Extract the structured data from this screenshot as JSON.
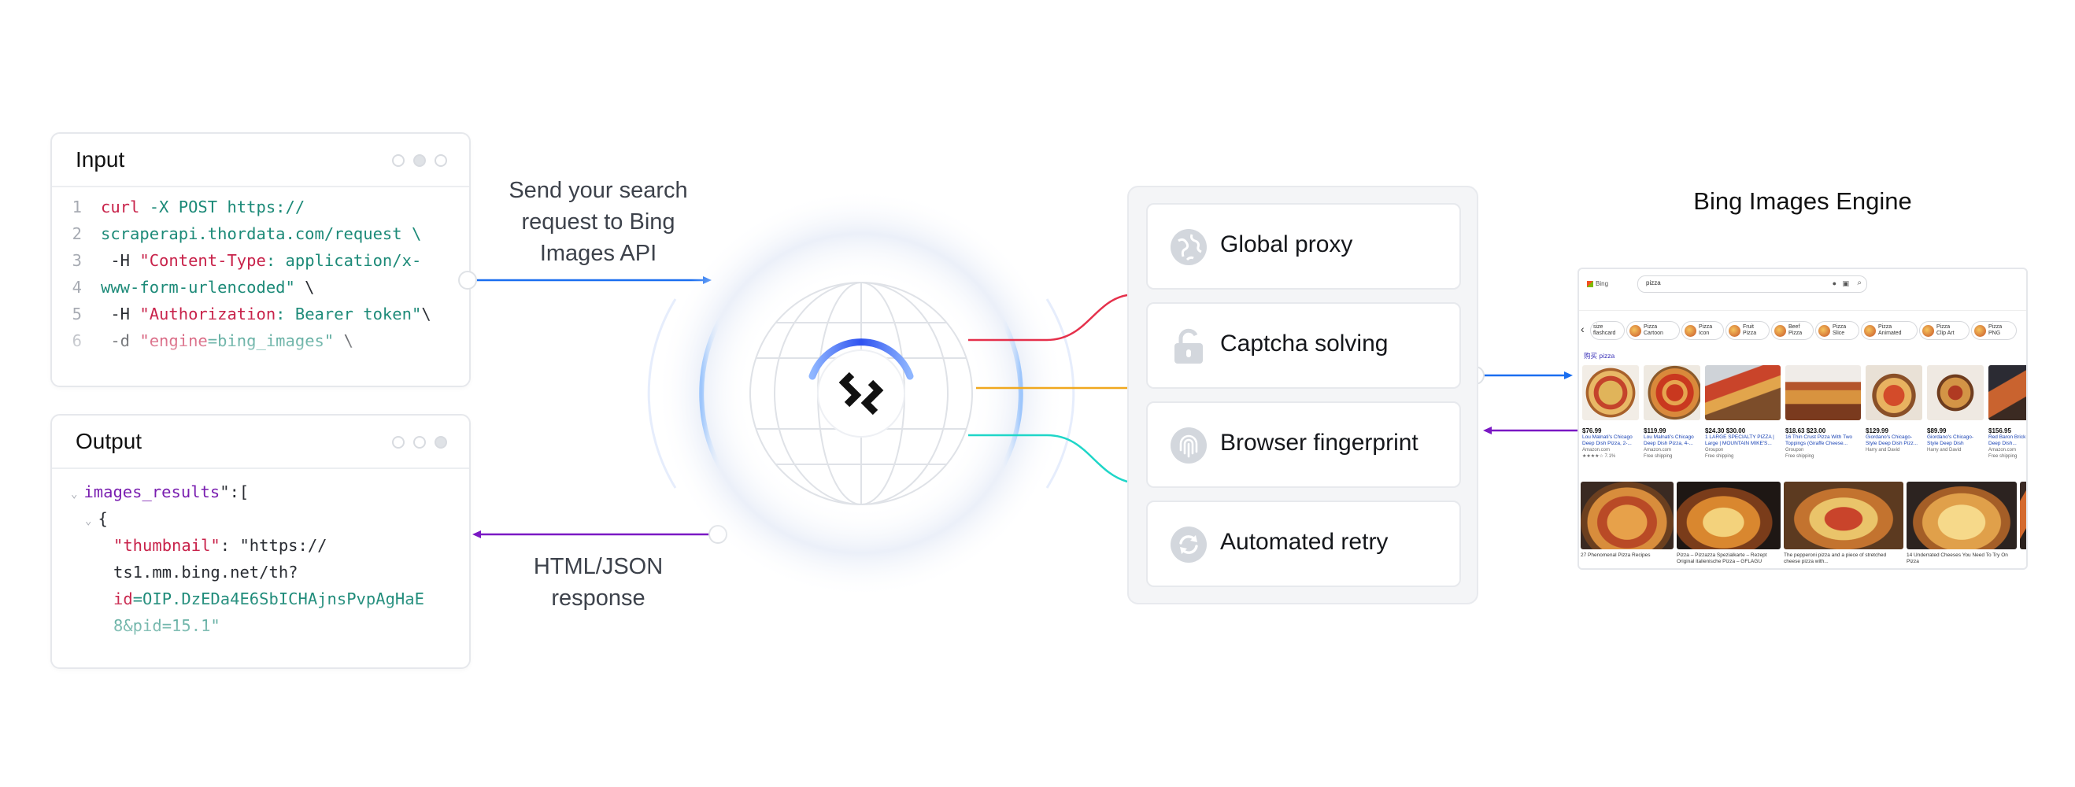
{
  "input_card": {
    "title": "Input",
    "lines": [
      {
        "num": "1",
        "parts": [
          {
            "text": "curl",
            "cls": "kw"
          },
          {
            "text": " -X POST ",
            "cls": "gr"
          },
          {
            "text": "https://",
            "cls": "gr"
          }
        ]
      },
      {
        "num": "2",
        "parts": [
          {
            "text": "scraperapi.thordata.com/request \\",
            "cls": "gr"
          }
        ]
      },
      {
        "num": "3",
        "parts": [
          {
            "text": " -H ",
            "cls": "dk"
          },
          {
            "text": "\"Content-Type",
            "cls": "kw"
          },
          {
            "text": ": application/x-",
            "cls": "gr"
          }
        ]
      },
      {
        "num": "4",
        "parts": [
          {
            "text": "www-form-urlencoded\"",
            "cls": "gr"
          },
          {
            "text": " \\",
            "cls": "dk"
          }
        ]
      },
      {
        "num": "5",
        "parts": [
          {
            "text": " -H ",
            "cls": "dk"
          },
          {
            "text": "\"Authorization",
            "cls": "kw"
          },
          {
            "text": ": Bearer token\"",
            "cls": "gr"
          },
          {
            "text": "\\",
            "cls": "dk"
          }
        ]
      },
      {
        "num": "6",
        "parts": [
          {
            "text": " -d ",
            "cls": "dk"
          },
          {
            "text": "\"engine",
            "cls": "kw"
          },
          {
            "text": "=bing_images\"",
            "cls": "gr"
          },
          {
            "text": " \\",
            "cls": "dk"
          }
        ]
      }
    ]
  },
  "output_card": {
    "title": "Output",
    "lines": [
      {
        "indent": 0,
        "chev": true,
        "parts": [
          {
            "text": "images_results",
            "cls": "pu"
          },
          {
            "text": "\":[",
            "cls": "dk"
          }
        ]
      },
      {
        "indent": 1,
        "chev": true,
        "parts": [
          {
            "text": "{",
            "cls": "dk"
          }
        ]
      },
      {
        "indent": 2,
        "chev": false,
        "parts": [
          {
            "text": "\"thumbnail\"",
            "cls": "kw"
          },
          {
            "text": ": \"https://",
            "cls": "dk"
          }
        ]
      },
      {
        "indent": 2,
        "chev": false,
        "parts": [
          {
            "text": "ts1.mm.bing.net/th?",
            "cls": "dk"
          }
        ]
      },
      {
        "indent": 2,
        "chev": false,
        "parts": [
          {
            "text": "id",
            "cls": "kw"
          },
          {
            "text": "=OIP.DzEDa4E6SbICHAjnsPvpAgHaE",
            "cls": "gr"
          }
        ]
      },
      {
        "indent": 2,
        "chev": false,
        "parts": [
          {
            "text": "8&pid=15.1\"",
            "cls": "gr"
          }
        ]
      }
    ]
  },
  "request_caption": "Send your search\nrequest to Bing\nImages  API",
  "response_caption": "HTML/JSON\nresponse",
  "features": [
    {
      "label": "Global proxy",
      "icon": "globe-icon"
    },
    {
      "label": "Captcha solving",
      "icon": "lock-icon"
    },
    {
      "label": "Browser fingerprint",
      "icon": "fingerprint-icon"
    },
    {
      "label": "Automated retry",
      "icon": "retry-icon"
    }
  ],
  "engine_title": "Bing Images Engine",
  "bing": {
    "brand": "Bing",
    "query": "pizza",
    "section": "购买 pizza",
    "chips": [
      "size\nflashcard",
      "Pizza\nCartoon",
      "Pizza\nIcon",
      "Fruit\nPizza",
      "Beef\nPizza",
      "Pizza\nSlice",
      "Pizza\nAnimated",
      "Pizza\nClip Art",
      "Pizza\nPNG"
    ],
    "products": [
      {
        "price": "$76.99",
        "desc": "Lou Malnati's Chicago Deep Dish Pizza, 2-...",
        "store": "Amazon.com",
        "extra": "★★★★☆ 7.1%"
      },
      {
        "price": "$119.99",
        "desc": "Lou Malnati's Chicago Deep Dish Pizza, 4-...",
        "store": "Amazon.com",
        "extra": "Free shipping"
      },
      {
        "price": "$24.30 $30.00",
        "desc": "1 LARGE SPECIALTY PIZZA | Large | MOUNTAIN MIKE'S...",
        "store": "Groupon",
        "extra": "Free shipping"
      },
      {
        "price": "$18.63 $23.00",
        "desc": "16 Thin Crust Pizza With Two Toppings (Giraffe Cheese...",
        "store": "Groupon",
        "extra": "Free shipping"
      },
      {
        "price": "$129.99",
        "desc": "Giordano's Chicago-Style Deep Dish Pizz...",
        "store": "Harry and David",
        "extra": ""
      },
      {
        "price": "$89.99",
        "desc": "Giordano's Chicago-Style Deep Dish",
        "store": "Harry and David",
        "extra": ""
      },
      {
        "price": "$156.95",
        "desc": "Red Baron Brick Oven Deep Dish...",
        "store": "Amazon.com",
        "extra": "Free shipping"
      }
    ],
    "image_captions": [
      "27 Phenomenal Pizza Recipes",
      "Pizza – Pizzazza Spezialkarte – Rezept Original italienische Pizza – GFLAGU",
      "The pepperoni pizza and a piece of stretched cheese pizza with...",
      "14 Underrated Cheeses You Need To Try On Pizza",
      ""
    ]
  },
  "colors": {
    "line_red": "#e5304b",
    "line_orange": "#f0a81e",
    "line_cyan": "#1fd6c8",
    "arrow_blue": "#1a6ef0",
    "arrow_purple": "#7a18c4",
    "logo_blue": "#2f52f0"
  }
}
